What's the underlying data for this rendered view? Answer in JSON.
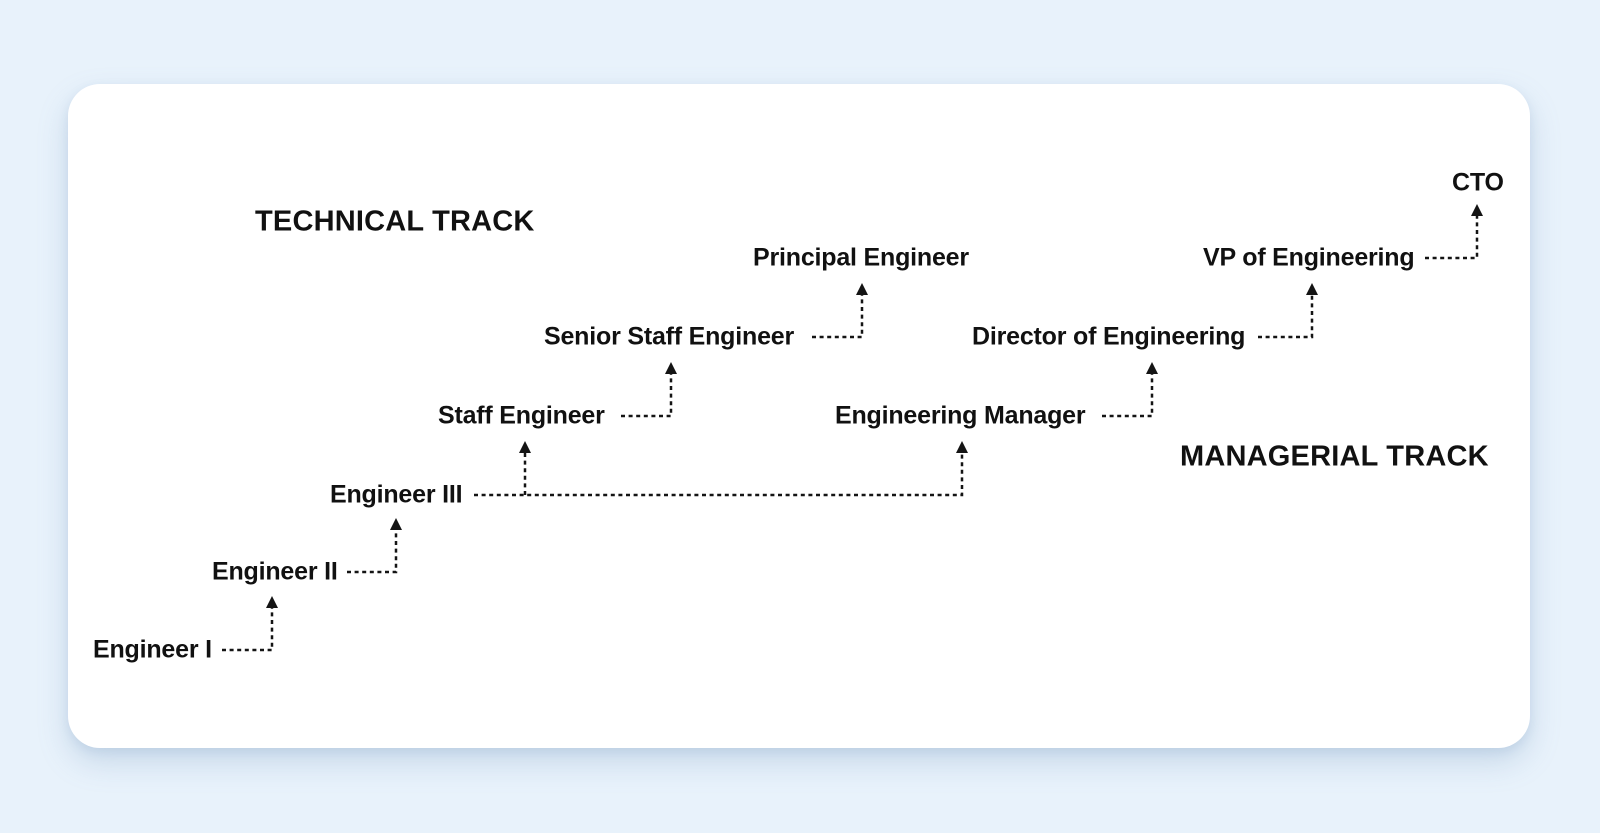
{
  "diagram": {
    "titles": {
      "technical": "TECHNICAL TRACK",
      "managerial": "MANAGERIAL TRACK"
    },
    "nodes": [
      {
        "label": "Engineer I",
        "track": "technical",
        "level": 1
      },
      {
        "label": "Engineer II",
        "track": "technical",
        "level": 2
      },
      {
        "label": "Engineer III",
        "track": "shared",
        "level": 3
      },
      {
        "label": "Staff Engineer",
        "track": "technical",
        "level": 4
      },
      {
        "label": "Senior Staff Engineer",
        "track": "technical",
        "level": 5
      },
      {
        "label": "Principal Engineer",
        "track": "technical",
        "level": 6
      },
      {
        "label": "Engineering Manager",
        "track": "managerial",
        "level": 4
      },
      {
        "label": "Director of Engineering",
        "track": "managerial",
        "level": 5
      },
      {
        "label": "VP of Engineering",
        "track": "managerial",
        "level": 6
      },
      {
        "label": "CTO",
        "track": "managerial",
        "level": 7
      }
    ],
    "progressions": [
      {
        "from": "Engineer I",
        "to": "Engineer II"
      },
      {
        "from": "Engineer II",
        "to": "Engineer III"
      },
      {
        "from": "Engineer III",
        "to": "Staff Engineer"
      },
      {
        "from": "Engineer III",
        "to": "Engineering Manager"
      },
      {
        "from": "Staff Engineer",
        "to": "Senior Staff Engineer"
      },
      {
        "from": "Senior Staff Engineer",
        "to": "Principal Engineer"
      },
      {
        "from": "Engineering Manager",
        "to": "Director of Engineering"
      },
      {
        "from": "Director of Engineering",
        "to": "VP of Engineering"
      },
      {
        "from": "VP of Engineering",
        "to": "CTO"
      }
    ],
    "colors": {
      "background": "#e8f2fb",
      "card": "#ffffff",
      "text": "#111111",
      "connector": "#141414"
    }
  }
}
